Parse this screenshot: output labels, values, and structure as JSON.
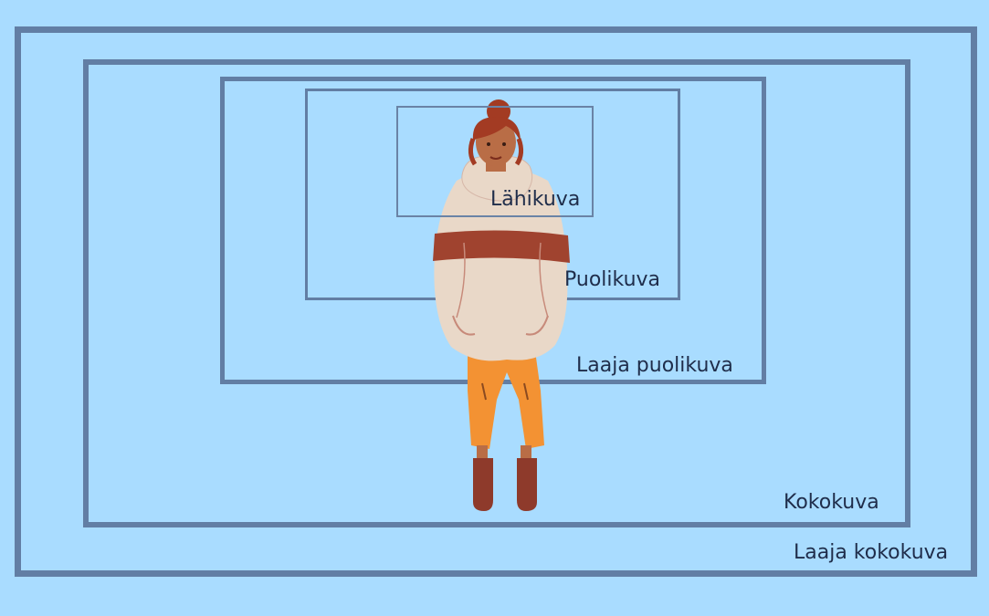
{
  "frames": {
    "lahikuva": {
      "label": "Lähikuva"
    },
    "puolikuva": {
      "label": "Puolikuva"
    },
    "laaja_puolikuva": {
      "label": "Laaja puolikuva"
    },
    "kokokuva": {
      "label": "Kokokuva"
    },
    "laaja_kokokuva": {
      "label": "Laaja kokokuva"
    }
  },
  "colors": {
    "background": "#a9dcff",
    "frame": "#627ea4",
    "sweater": "#e9d8c8",
    "stripe": "#a0432f",
    "pants": "#f39233",
    "skin": "#b96d46",
    "hair": "#a33b23",
    "boots": "#8e3a2b"
  },
  "figure": {
    "icon": "standing-woman-illustration"
  }
}
